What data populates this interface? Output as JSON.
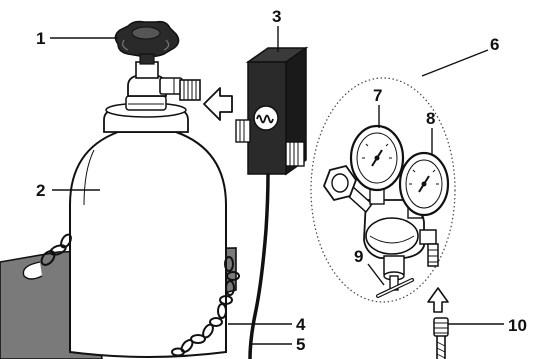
{
  "callouts": {
    "c1": "1",
    "c2": "2",
    "c3": "3",
    "c4": "4",
    "c5": "5",
    "c6": "6",
    "c7": "7",
    "c8": "8",
    "c9": "9",
    "c10": "10"
  },
  "icons": {
    "heater_symbol": "wave-heater-icon",
    "gas_flow_arrow": "arrow-icon"
  },
  "colors": {
    "line": "#111111",
    "plate": "#7a7a7a",
    "background": "#ffffff"
  }
}
